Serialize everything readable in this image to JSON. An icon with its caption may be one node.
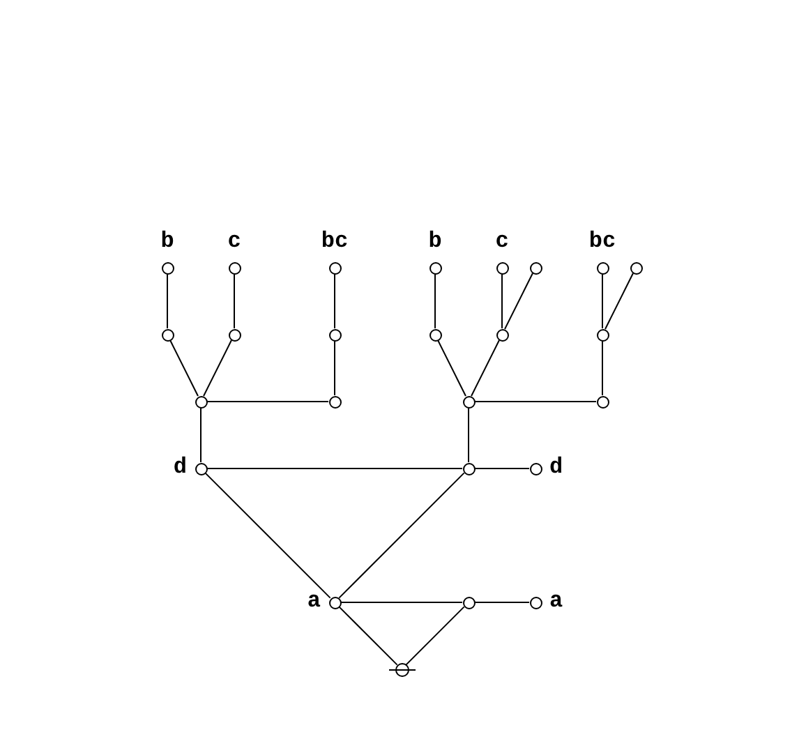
{
  "diagram": {
    "nodes": [
      {
        "text": [],
        "shape": "circle",
        "beside": [
          "b"
        ]
      },
      {
        "text": [],
        "shape": "circle",
        "beside": [
          "c"
        ]
      },
      {
        "text": [],
        "shape": "circle",
        "beside": [
          "bc"
        ]
      },
      {
        "text": [],
        "shape": "circle",
        "beside": [
          "b"
        ]
      },
      {
        "text": [],
        "shape": "circle",
        "beside": [
          "c"
        ]
      },
      {
        "text": [],
        "shape": "circle"
      },
      {
        "text": [],
        "shape": "circle",
        "beside": [
          "bc"
        ]
      },
      {
        "text": [],
        "shape": "circle"
      },
      {
        "text": [],
        "shape": "circle"
      },
      {
        "text": [],
        "shape": "circle"
      },
      {
        "text": [],
        "shape": "circle"
      },
      {
        "text": [],
        "shape": "circle"
      },
      {
        "text": [],
        "shape": "circle"
      },
      {
        "text": [],
        "shape": "circle"
      },
      {
        "text": [],
        "shape": "circle"
      },
      {
        "text": [],
        "shape": "circle"
      },
      {
        "text": [],
        "shape": "circle"
      },
      {
        "text": [],
        "shape": "circle"
      },
      {
        "text": [],
        "shape": "circle",
        "beside": [
          "d"
        ]
      },
      {
        "text": [],
        "shape": "circle"
      },
      {
        "text": [],
        "shape": "circle",
        "beside": [
          "d"
        ]
      },
      {
        "text": [],
        "shape": "circle",
        "beside": [
          "a"
        ]
      },
      {
        "text": [],
        "shape": "circle"
      },
      {
        "text": [],
        "shape": "circle",
        "beside": [
          "a"
        ]
      },
      {
        "text": [],
        "shape": "circle"
      }
    ],
    "edges": [
      {
        "from": 24,
        "to": 21,
        "arrow": "none"
      },
      {
        "from": 24,
        "to": 22,
        "arrow": "none"
      },
      {
        "from": 21,
        "to": 22,
        "arrow": "none"
      },
      {
        "from": 22,
        "to": 23,
        "arrow": "none"
      },
      {
        "from": 21,
        "to": 18,
        "arrow": "none"
      },
      {
        "from": 21,
        "to": 19,
        "arrow": "none"
      },
      {
        "from": 18,
        "to": 19,
        "arrow": "none"
      },
      {
        "from": 19,
        "to": 20,
        "arrow": "none"
      },
      {
        "from": 18,
        "to": 14,
        "arrow": "none"
      },
      {
        "from": 19,
        "to": 16,
        "arrow": "none"
      },
      {
        "from": 14,
        "to": 15,
        "arrow": "none"
      },
      {
        "from": 14,
        "to": 8,
        "arrow": "none"
      },
      {
        "from": 14,
        "to": 9,
        "arrow": "none"
      },
      {
        "from": 15,
        "to": 10,
        "arrow": "none"
      },
      {
        "from": 8,
        "to": 0,
        "arrow": "none"
      },
      {
        "from": 9,
        "to": 1,
        "arrow": "none"
      },
      {
        "from": 10,
        "to": 2,
        "arrow": "none"
      },
      {
        "from": 16,
        "to": 17,
        "arrow": "none"
      },
      {
        "from": 16,
        "to": 11,
        "arrow": "none"
      },
      {
        "from": 16,
        "to": 12,
        "arrow": "none"
      },
      {
        "from": 17,
        "to": 13,
        "arrow": "none"
      },
      {
        "from": 11,
        "to": 3,
        "arrow": "none"
      },
      {
        "from": 12,
        "to": 4,
        "arrow": "none"
      },
      {
        "from": 12,
        "to": 5,
        "arrow": "none"
      },
      {
        "from": 13,
        "to": 6,
        "arrow": "none"
      },
      {
        "from": 13,
        "to": 7,
        "arrow": "none"
      }
    ]
  }
}
